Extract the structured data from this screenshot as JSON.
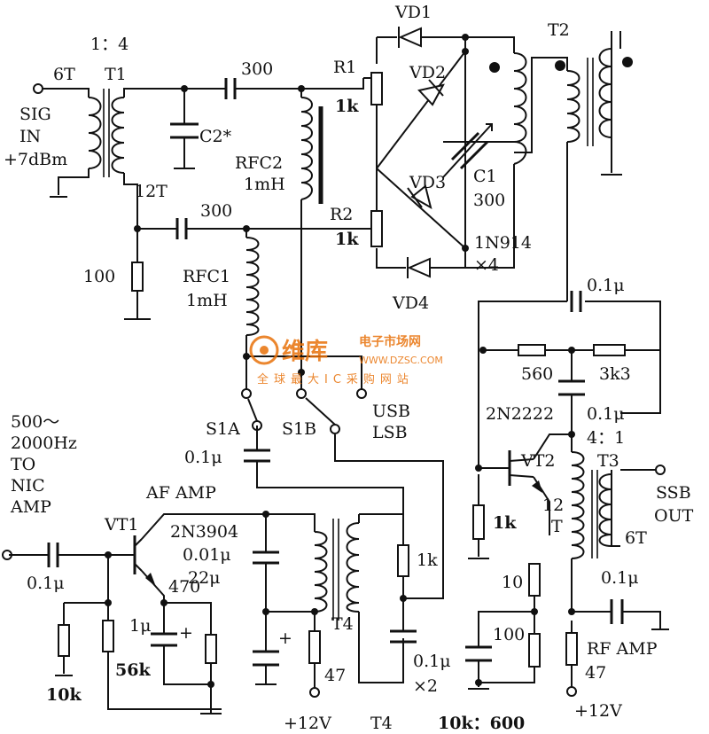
{
  "labels": {
    "vd1": "VD1",
    "vd2": "VD2",
    "vd3": "VD3",
    "vd4": "VD4",
    "t1_ratio": "1：4",
    "t1_pri_turns": "6T",
    "t1": "T1",
    "t1_sec_turns": "12T",
    "sig_in_1": "SIG",
    "sig_in_2": "IN",
    "sig_in_3": "+7dBm",
    "cap_300_top": "300",
    "cap_300_mid": "300",
    "c2": "C2*",
    "rfc2_1": "RFC2",
    "rfc2_2": "1mH",
    "r1": "R1",
    "r1_val": "1k",
    "r2": "R2",
    "r2_val": "1k",
    "t2": "T2",
    "c1": "C1",
    "c1_val": "300",
    "diode_type": "1N914",
    "diode_count": "×4",
    "res_100_left": "100",
    "rfc1_1": "RFC1",
    "rfc1_2": "1mH",
    "cap_01u_top": "0.1μ",
    "r560": "560",
    "r3k3": "3k3",
    "q2_type": "2N2222",
    "cap_01u_t3": "0.1μ",
    "t3_ratio": "4：1",
    "vt2": "VT2",
    "t3": "T3",
    "t3_pri_1": "12",
    "t3_pri_2": "T",
    "ssb_out_1": "SSB",
    "ssb_out_2": "OUT",
    "t3_sec": "6T",
    "r1k_base": "1k",
    "r10": "10",
    "r100": "100",
    "cap_01u_rf": "0.1μ",
    "rf_amp": "RF AMP",
    "r47_rf": "47",
    "vcc_right": "+12V",
    "s1a": "S1A",
    "s1b": "S1B",
    "usb": "USB",
    "lsb": "LSB",
    "cap_01u_switch": "0.1μ",
    "af_1": "500～",
    "af_2": "2000Hz",
    "af_3": "TO",
    "af_4": "NIC",
    "af_5": "AMP",
    "af_amp": "AF AMP",
    "vt1": "VT1",
    "q1_type": "2N3904",
    "cap_001u": "0.01μ",
    "cap_22u": "22μ",
    "r470": "470",
    "cap_1u": "1μ",
    "plus_1": "+",
    "r56k": "56k",
    "cap_01u_in": "0.1μ",
    "r10k": "10k",
    "plus_2": "+",
    "t4": "T4",
    "r47_af": "47",
    "vcc_left": "+12V",
    "t4_bottom": "T4",
    "r1k_t4": "1k",
    "cap_01u_x2": "0.1μ",
    "x2": "×2",
    "t4_ratio": "10k：600"
  },
  "watermark": {
    "brand": "维库",
    "cn_name": "电子市场网",
    "url": "WWW.DZSC.COM",
    "slogan": "全球最大IC采购网站",
    "color": "#e8710a"
  }
}
